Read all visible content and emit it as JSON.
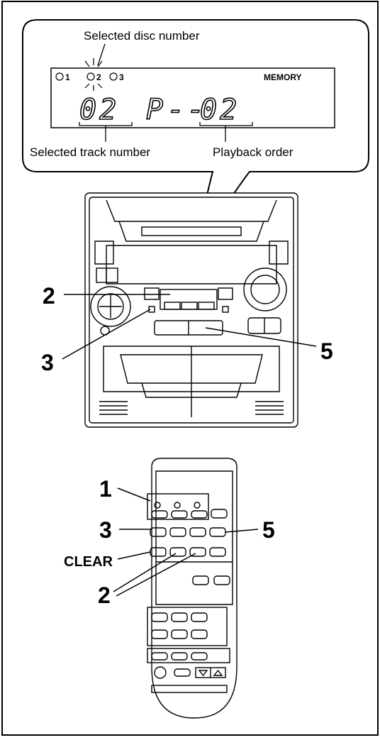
{
  "display": {
    "caption_disc": "Selected disc number",
    "caption_track": "Selected track number",
    "caption_order": "Playback order",
    "disc_labels": [
      "1",
      "2",
      "3"
    ],
    "memory": "MEMORY",
    "track_digits": "02",
    "program_letter": "P",
    "dash": "--",
    "order_digits": "02"
  },
  "main_unit": {
    "callouts": [
      "2",
      "3",
      "5"
    ]
  },
  "remote": {
    "callouts": [
      "1",
      "3",
      "5",
      "2"
    ],
    "clear_label": "CLEAR"
  }
}
